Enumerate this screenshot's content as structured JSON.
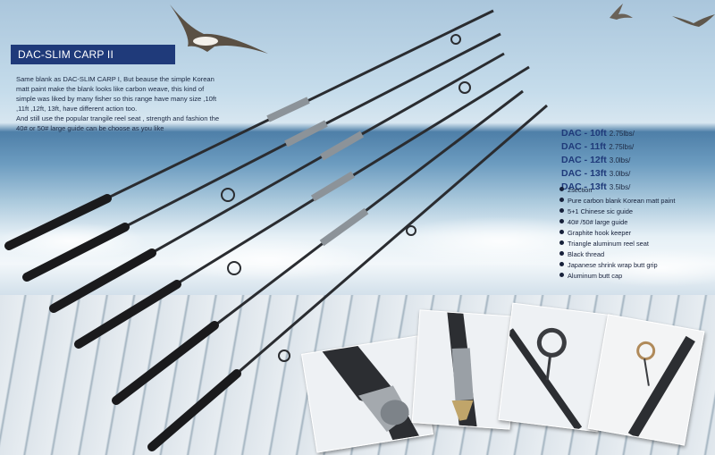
{
  "header": {
    "title": "DAC-SLIM CARP II"
  },
  "description": {
    "paragraph1": "Same blank as DAC-SLIM CARP I, But beause  the simple Korean matt paint make the blank looks like carbon weave, this kind of simple was liked by many fisher  so this range have many size ,10ft ,11ft ,12ft, 13ft, have different action too.",
    "paragraph2": "And still use the popular trangile reel seat , strength and fashion the 40# or 50# large guide can be choose as you like"
  },
  "models": [
    {
      "name": "DAC - 10ft",
      "rating": "2.75lbs/"
    },
    {
      "name": "DAC - 11ft",
      "rating": "2.75lbs/"
    },
    {
      "name": "DAC - 12ft",
      "rating": "3.0lbs/"
    },
    {
      "name": "DAC - 13ft",
      "rating": "3.0lbs/"
    },
    {
      "name": "DAC - 13ft",
      "rating": "3.5lbs/"
    }
  ],
  "features": [
    "2section",
    "Pure carbon blank Korean matt paint",
    "5+1 Chinese sic guide",
    "40# /50# large guide",
    "Graphite hook keeper",
    "Triangle aluminum  reel seat",
    "Black thread",
    "Japanese shrink wrap butt grip",
    "Aluminum butt cap"
  ],
  "colors": {
    "title_bg": "#1f3a7a",
    "text": "#1d2a44",
    "rod": "#2a2c30",
    "rod_grip": "#1a1a1c",
    "reel_seat": "#8c9399"
  },
  "icons": [
    "seagull-icon",
    "fishing-rod",
    "reel-seat-photo",
    "guide-ring-photo"
  ]
}
